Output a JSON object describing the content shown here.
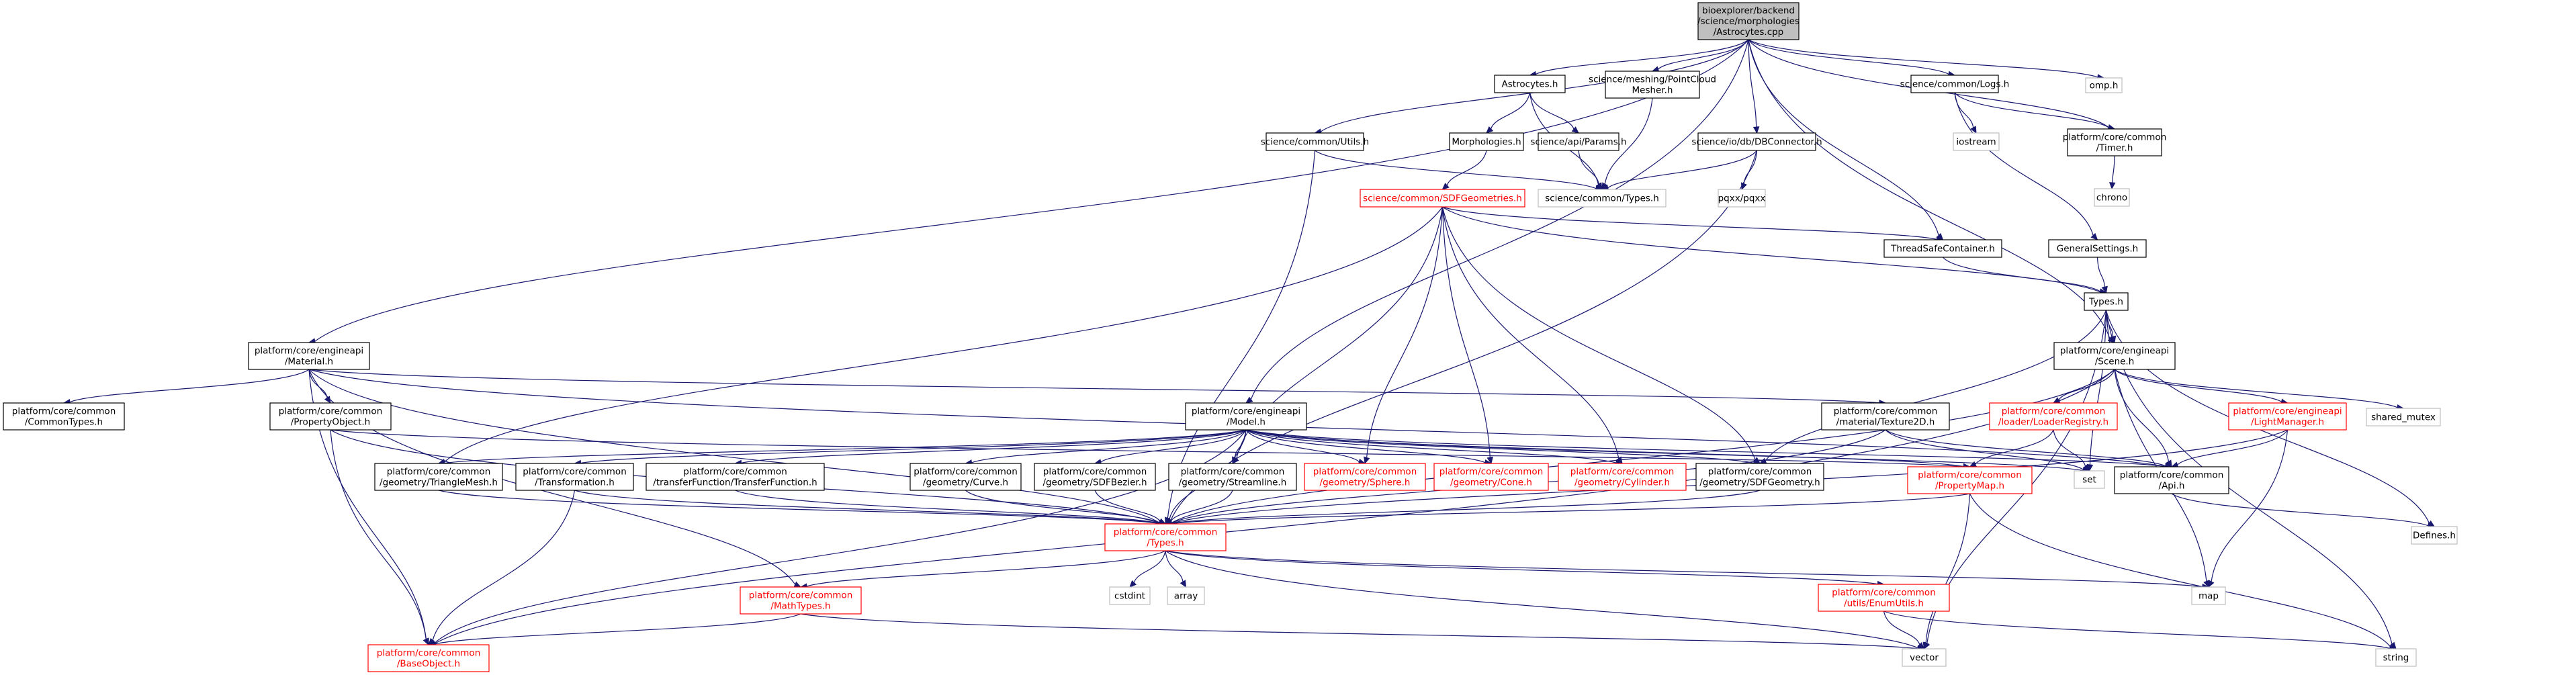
{
  "diagram": {
    "title": "",
    "colors": {
      "edge": "#191970",
      "documented": "#000000",
      "truncated": "#ff0000",
      "undocumented": "#bfbfbf",
      "root_fill": "#bfbfbf"
    },
    "nodes": [
      {
        "id": "root",
        "kind": "root",
        "lines": [
          "bioexplorer/backend",
          "/science/morphologies",
          "/Astrocytes.cpp"
        ]
      },
      {
        "id": "astrocytes_h",
        "kind": "black",
        "lines": [
          "Astrocytes.h"
        ]
      },
      {
        "id": "pointcloud",
        "kind": "black",
        "lines": [
          "science/meshing/PointCloud",
          "Mesher.h"
        ]
      },
      {
        "id": "logs",
        "kind": "black",
        "lines": [
          "science/common/Logs.h"
        ]
      },
      {
        "id": "omp",
        "kind": "grey",
        "lines": [
          "omp.h"
        ]
      },
      {
        "id": "morphologies",
        "kind": "black",
        "lines": [
          "Morphologies.h"
        ]
      },
      {
        "id": "params",
        "kind": "black",
        "lines": [
          "science/api/Params.h"
        ]
      },
      {
        "id": "utils",
        "kind": "black",
        "lines": [
          "science/common/Utils.h"
        ]
      },
      {
        "id": "dbconn",
        "kind": "black",
        "lines": [
          "science/io/db/DBConnector.h"
        ]
      },
      {
        "id": "iostream",
        "kind": "grey",
        "lines": [
          "iostream"
        ]
      },
      {
        "id": "timer",
        "kind": "black",
        "lines": [
          "platform/core/common",
          "/Timer.h"
        ]
      },
      {
        "id": "sci_types",
        "kind": "grey",
        "lines": [
          "science/common/Types.h"
        ]
      },
      {
        "id": "pqxx",
        "kind": "grey",
        "lines": [
          "pqxx/pqxx"
        ]
      },
      {
        "id": "chrono",
        "kind": "grey",
        "lines": [
          "chrono"
        ]
      },
      {
        "id": "sdfgeom",
        "kind": "red",
        "lines": [
          "science/common/SDFGeometries.h"
        ]
      },
      {
        "id": "threadsafe",
        "kind": "black",
        "lines": [
          "ThreadSafeContainer.h"
        ]
      },
      {
        "id": "gensettings",
        "kind": "black",
        "lines": [
          "GeneralSettings.h"
        ]
      },
      {
        "id": "types_h",
        "kind": "black",
        "lines": [
          "Types.h"
        ]
      },
      {
        "id": "material",
        "kind": "black",
        "lines": [
          "platform/core/engineapi",
          "/Material.h"
        ]
      },
      {
        "id": "scene",
        "kind": "black",
        "lines": [
          "platform/core/engineapi",
          "/Scene.h"
        ]
      },
      {
        "id": "commontypes",
        "kind": "black",
        "lines": [
          "platform/core/common",
          "/CommonTypes.h"
        ]
      },
      {
        "id": "propobject",
        "kind": "black",
        "lines": [
          "platform/core/common",
          "/PropertyObject.h"
        ]
      },
      {
        "id": "model",
        "kind": "black",
        "lines": [
          "platform/core/engineapi",
          "/Model.h"
        ]
      },
      {
        "id": "texture2d",
        "kind": "black",
        "lines": [
          "platform/core/common",
          "/material/Texture2D.h"
        ]
      },
      {
        "id": "loaderreg",
        "kind": "red",
        "lines": [
          "platform/core/common",
          "/loader/LoaderRegistry.h"
        ]
      },
      {
        "id": "lightmgr",
        "kind": "red",
        "lines": [
          "platform/core/engineapi",
          "/LightManager.h"
        ]
      },
      {
        "id": "shared_mutex",
        "kind": "grey",
        "lines": [
          "shared_mutex"
        ]
      },
      {
        "id": "trianglemesh",
        "kind": "black",
        "lines": [
          "platform/core/common",
          "/geometry/TriangleMesh.h"
        ]
      },
      {
        "id": "transformation",
        "kind": "black",
        "lines": [
          "platform/core/common",
          "/Transformation.h"
        ]
      },
      {
        "id": "transferfn",
        "kind": "black",
        "lines": [
          "platform/core/common",
          "/transferFunction/TransferFunction.h"
        ]
      },
      {
        "id": "curve",
        "kind": "black",
        "lines": [
          "platform/core/common",
          "/geometry/Curve.h"
        ]
      },
      {
        "id": "sdfbezier",
        "kind": "black",
        "lines": [
          "platform/core/common",
          "/geometry/SDFBezier.h"
        ]
      },
      {
        "id": "streamline",
        "kind": "black",
        "lines": [
          "platform/core/common",
          "/geometry/Streamline.h"
        ]
      },
      {
        "id": "sphere",
        "kind": "red",
        "lines": [
          "platform/core/common",
          "/geometry/Sphere.h"
        ]
      },
      {
        "id": "cone",
        "kind": "red",
        "lines": [
          "platform/core/common",
          "/geometry/Cone.h"
        ]
      },
      {
        "id": "cylinder",
        "kind": "red",
        "lines": [
          "platform/core/common",
          "/geometry/Cylinder.h"
        ]
      },
      {
        "id": "sdfgeometry",
        "kind": "black",
        "lines": [
          "platform/core/common",
          "/geometry/SDFGeometry.h"
        ]
      },
      {
        "id": "propmap",
        "kind": "red",
        "lines": [
          "platform/core/common",
          "/PropertyMap.h"
        ]
      },
      {
        "id": "set",
        "kind": "grey",
        "lines": [
          "set"
        ]
      },
      {
        "id": "api",
        "kind": "black",
        "lines": [
          "platform/core/common",
          "/Api.h"
        ]
      },
      {
        "id": "defines",
        "kind": "grey",
        "lines": [
          "Defines.h"
        ]
      },
      {
        "id": "common_types",
        "kind": "red",
        "lines": [
          "platform/core/common",
          "/Types.h"
        ]
      },
      {
        "id": "cstdint",
        "kind": "grey",
        "lines": [
          "cstdint"
        ]
      },
      {
        "id": "array",
        "kind": "grey",
        "lines": [
          "array"
        ]
      },
      {
        "id": "map",
        "kind": "grey",
        "lines": [
          "map"
        ]
      },
      {
        "id": "mathtypes",
        "kind": "red",
        "lines": [
          "platform/core/common",
          "/MathTypes.h"
        ]
      },
      {
        "id": "enumutils",
        "kind": "red",
        "lines": [
          "platform/core/common",
          "/utils/EnumUtils.h"
        ]
      },
      {
        "id": "baseobject",
        "kind": "red",
        "lines": [
          "platform/core/common",
          "/BaseObject.h"
        ]
      },
      {
        "id": "vector",
        "kind": "grey",
        "lines": [
          "vector"
        ]
      },
      {
        "id": "string",
        "kind": "grey",
        "lines": [
          "string"
        ]
      }
    ],
    "edges": [
      [
        "root",
        "astrocytes_h"
      ],
      [
        "root",
        "pointcloud"
      ],
      [
        "root",
        "logs"
      ],
      [
        "root",
        "omp"
      ],
      [
        "root",
        "utils"
      ],
      [
        "root",
        "dbconn"
      ],
      [
        "root",
        "timer"
      ],
      [
        "root",
        "threadsafe"
      ],
      [
        "root",
        "material"
      ],
      [
        "root",
        "model"
      ],
      [
        "root",
        "scene"
      ],
      [
        "astrocytes_h",
        "morphologies"
      ],
      [
        "astrocytes_h",
        "params"
      ],
      [
        "astrocytes_h",
        "sci_types"
      ],
      [
        "pointcloud",
        "sci_types"
      ],
      [
        "logs",
        "iostream"
      ],
      [
        "logs",
        "timer"
      ],
      [
        "logs",
        "gensettings"
      ],
      [
        "params",
        "sci_types"
      ],
      [
        "morphologies",
        "sdfgeom"
      ],
      [
        "utils",
        "sci_types"
      ],
      [
        "utils",
        "common_types"
      ],
      [
        "dbconn",
        "sci_types"
      ],
      [
        "dbconn",
        "pqxx"
      ],
      [
        "dbconn",
        "common_types"
      ],
      [
        "timer",
        "chrono"
      ],
      [
        "sdfgeom",
        "threadsafe"
      ],
      [
        "sdfgeom",
        "types_h"
      ],
      [
        "sdfgeom",
        "trianglemesh"
      ],
      [
        "sdfgeom",
        "streamline"
      ],
      [
        "sdfgeom",
        "sphere"
      ],
      [
        "sdfgeom",
        "cone"
      ],
      [
        "sdfgeom",
        "cylinder"
      ],
      [
        "sdfgeom",
        "sdfgeometry"
      ],
      [
        "threadsafe",
        "types_h"
      ],
      [
        "gensettings",
        "types_h"
      ],
      [
        "types_h",
        "scene"
      ],
      [
        "types_h",
        "defines"
      ],
      [
        "types_h",
        "map"
      ],
      [
        "types_h",
        "vector"
      ],
      [
        "types_h",
        "string"
      ],
      [
        "types_h",
        "sdfgeometry"
      ],
      [
        "types_h",
        "set"
      ],
      [
        "material",
        "commontypes"
      ],
      [
        "material",
        "propobject"
      ],
      [
        "material",
        "texture2d"
      ],
      [
        "material",
        "api"
      ],
      [
        "material",
        "mathtypes"
      ],
      [
        "material",
        "baseobject"
      ],
      [
        "material",
        "common_types"
      ],
      [
        "scene",
        "loaderreg"
      ],
      [
        "scene",
        "lightmgr"
      ],
      [
        "scene",
        "shared_mutex"
      ],
      [
        "scene",
        "api"
      ],
      [
        "scene",
        "common_types"
      ],
      [
        "scene",
        "baseobject"
      ],
      [
        "propobject",
        "propmap"
      ],
      [
        "propobject",
        "common_types"
      ],
      [
        "propobject",
        "baseobject"
      ],
      [
        "model",
        "trianglemesh"
      ],
      [
        "model",
        "transformation"
      ],
      [
        "model",
        "transferfn"
      ],
      [
        "model",
        "curve"
      ],
      [
        "model",
        "sdfbezier"
      ],
      [
        "model",
        "streamline"
      ],
      [
        "model",
        "sphere"
      ],
      [
        "model",
        "cone"
      ],
      [
        "model",
        "cylinder"
      ],
      [
        "model",
        "sdfgeometry"
      ],
      [
        "model",
        "propmap"
      ],
      [
        "model",
        "set"
      ],
      [
        "model",
        "api"
      ],
      [
        "model",
        "common_types"
      ],
      [
        "model",
        "baseobject"
      ],
      [
        "texture2d",
        "set"
      ],
      [
        "texture2d",
        "common_types"
      ],
      [
        "texture2d",
        "api"
      ],
      [
        "loaderreg",
        "set"
      ],
      [
        "loaderreg",
        "propmap"
      ],
      [
        "lightmgr",
        "api"
      ],
      [
        "lightmgr",
        "map"
      ],
      [
        "lightmgr",
        "common_types"
      ],
      [
        "trianglemesh",
        "common_types"
      ],
      [
        "transformation",
        "common_types"
      ],
      [
        "transformation",
        "baseobject"
      ],
      [
        "transferfn",
        "common_types"
      ],
      [
        "curve",
        "common_types"
      ],
      [
        "sdfbezier",
        "common_types"
      ],
      [
        "streamline",
        "common_types"
      ],
      [
        "sdfgeometry",
        "common_types"
      ],
      [
        "propmap",
        "common_types"
      ],
      [
        "propmap",
        "vector"
      ],
      [
        "propmap",
        "string"
      ],
      [
        "api",
        "defines"
      ],
      [
        "common_types",
        "cstdint"
      ],
      [
        "common_types",
        "array"
      ],
      [
        "common_types",
        "map"
      ],
      [
        "common_types",
        "mathtypes"
      ],
      [
        "common_types",
        "enumutils"
      ],
      [
        "common_types",
        "vector"
      ],
      [
        "mathtypes",
        "baseobject"
      ],
      [
        "mathtypes",
        "vector"
      ],
      [
        "enumutils",
        "vector"
      ],
      [
        "enumutils",
        "string"
      ]
    ]
  }
}
